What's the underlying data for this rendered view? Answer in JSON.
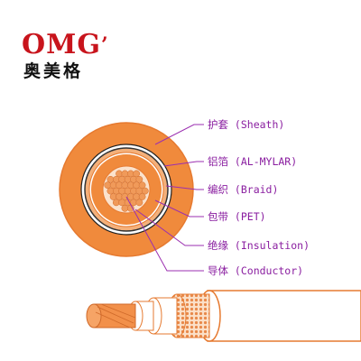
{
  "brand": {
    "name_en": "OMG",
    "name_cn": "奥美格"
  },
  "layers": [
    {
      "key": "sheath",
      "label": "护套 (Sheath)"
    },
    {
      "key": "shield",
      "label": "铝箔 (AL-MYLAR)"
    },
    {
      "key": "braid",
      "label": "编织 (Braid)"
    },
    {
      "key": "tape",
      "label": "包带 (PET)"
    },
    {
      "key": "insulation",
      "label": "绝缘 (Insulation)"
    },
    {
      "key": "conductor",
      "label": "导体 (Conductor)"
    }
  ],
  "colors": {
    "brand_red": "#c8141c",
    "sheath": "#f08a3c",
    "conductor": "#f2904a",
    "leader": "#9b2fb0",
    "outline": "#e67a30"
  }
}
